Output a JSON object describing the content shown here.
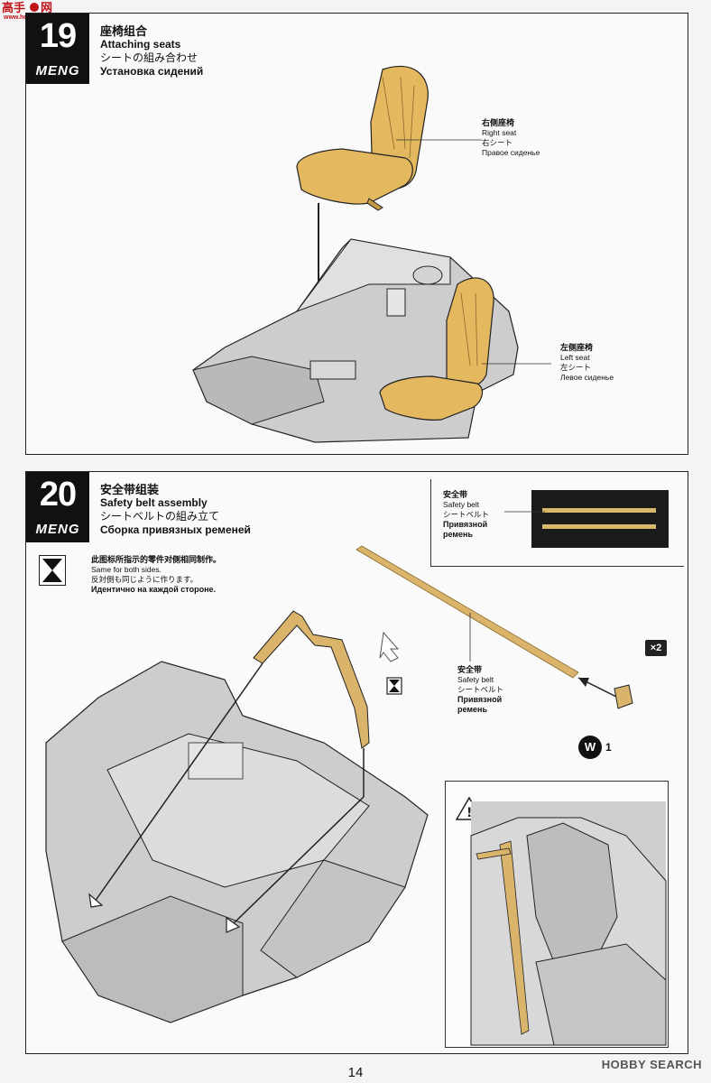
{
  "site_corner": {
    "logo": "高",
    "url": "www.hobbyshow.net"
  },
  "brand": "MENG",
  "step19": {
    "number": "19",
    "title_zh": "座椅组合",
    "title_en": "Attaching seats",
    "title_ja": "シートの組み合わせ",
    "title_ru": "Установка сидений",
    "right_seat": {
      "zh": "右侧座椅",
      "en": "Right seat",
      "ja": "右シート",
      "ru": "Правое сиденье"
    },
    "left_seat": {
      "zh": "左侧座椅",
      "en": "Left seat",
      "ja": "左シート",
      "ru": "Левое сиденье"
    }
  },
  "step20": {
    "number": "20",
    "title_zh": "安全带组装",
    "title_en": "Safety belt assembly",
    "title_ja": "シートベルトの組み立て",
    "title_ru": "Сборка привязных ременей",
    "part_label": {
      "zh": "安全带",
      "en": "Safety belt",
      "ja": "シートベルト",
      "ru1": "Привязной",
      "ru2": "ремень"
    },
    "belt_label": {
      "zh": "安全带",
      "en": "Safety belt",
      "ja": "シートベルト",
      "ru1": "Привязной",
      "ru2": "ремень"
    },
    "symmetry_note": {
      "zh": "此图标所指示的零件对侧相同制作。",
      "en": "Same for both sides.",
      "ja": "反対側も同じように作ります。",
      "ru": "Идентично на каждой стороне."
    },
    "quantity": "×2",
    "part_code": "W",
    "part_num": "1"
  },
  "page_number": "14",
  "watermark": "HOBBY SEARCH",
  "colors": {
    "seat": "#e3b85f",
    "belt": "#d9b46a",
    "chassis": "#c9c9c9",
    "outline": "#222222"
  }
}
